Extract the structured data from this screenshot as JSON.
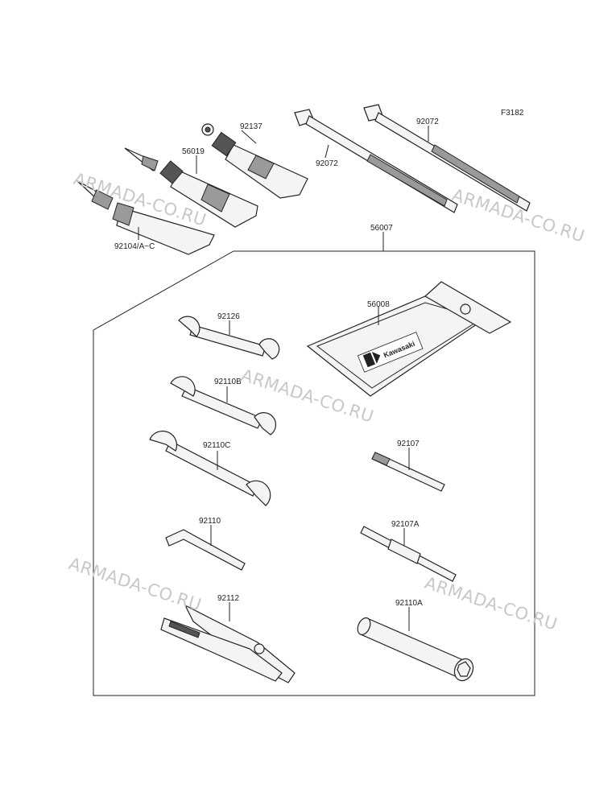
{
  "figure_code": "F3182",
  "watermark": "ARMADA-CO.RU",
  "pouch_logo_text": "Kawasaki",
  "labels": {
    "grease_small": "92137",
    "sealant_mid": "56019",
    "tube_large": "92104/A~C",
    "strap_left": "92072",
    "strap_right": "92072",
    "tool_kit": "56007",
    "pouch": "56008",
    "wrench_92126": "92126",
    "wrench_92110b": "92110B",
    "wrench_92110c": "92110C",
    "hex_key": "92110",
    "pliers": "92112",
    "screwdriver": "92107",
    "screwdriver_a": "92107A",
    "socket": "92110A"
  }
}
